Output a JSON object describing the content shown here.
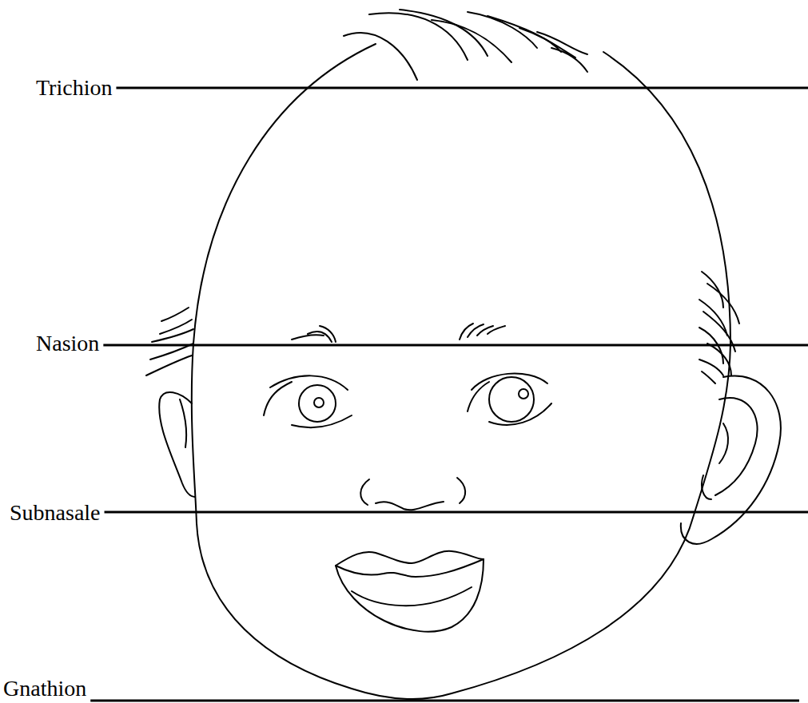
{
  "diagram": {
    "labels": [
      "Trichion",
      "Nasion",
      "Subnasale",
      "Gnathion"
    ]
  }
}
